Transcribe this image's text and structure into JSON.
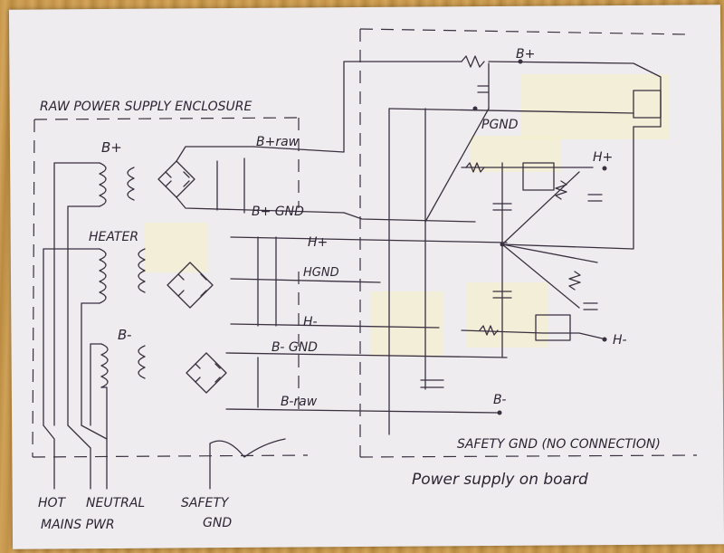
{
  "enclosure_label": "RAW POWER SUPPLY ENCLOSURE",
  "transformer_labels": {
    "bplus": "B+",
    "heater": "HEATER",
    "bminus": "B-"
  },
  "rail_labels": {
    "bplus_raw": "B+raw",
    "bplus_gnd": "B+ GND",
    "hplus_in": "H+",
    "hgnd": "HGND",
    "hminus_in": "H-",
    "bminus_gnd": "B- GND",
    "bminus_raw": "B-raw"
  },
  "board_labels": {
    "bplus_out": "B+",
    "pgnd": "PGND",
    "hplus_out": "H+",
    "hminus_out": "H-",
    "bminus_out": "B-"
  },
  "safety_note": "SAFETY GND (NO CONNECTION)",
  "board_title": "Power supply on board",
  "mains_labels": {
    "hot": "HOT",
    "neutral": "NEUTRAL",
    "mains_pwr": "MAINS PWR",
    "safety": "SAFETY",
    "gnd": "GND"
  }
}
